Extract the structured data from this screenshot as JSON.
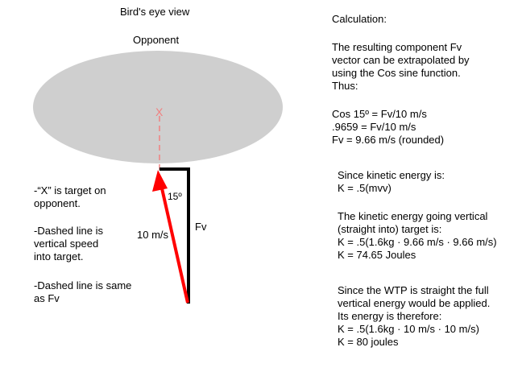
{
  "diagram": {
    "title": "Bird's eye view",
    "opponent_label": "Opponent",
    "target_marker": "X",
    "angle_label": "15º",
    "speed_label": "10 m/s",
    "vertical_label": "Fv",
    "colors": {
      "ellipse_fill": "#cfcfcf",
      "arrow": "#ff0000",
      "dashed_line": "#f08080",
      "bracket": "#000000"
    }
  },
  "notes": [
    {
      "lines": [
        "-“X” is target on",
        "opponent."
      ]
    },
    {
      "lines": [
        "-Dashed line is",
        "vertical speed",
        "into target."
      ]
    },
    {
      "lines": [
        "-Dashed line is same",
        "as Fv"
      ]
    }
  ],
  "calculation": {
    "header": "Calculation:",
    "intro": [
      "The resulting component Fv",
      "vector can be extrapolated by",
      "using the Cos sine function.",
      "Thus:"
    ],
    "equations": [
      "Cos 15º = Fv/10 m/s",
      ".9659 = Fv/10 m/s",
      "Fv = 9.66 m/s (rounded)"
    ],
    "ke_formula": [
      "Since kinetic energy is:",
      "K = .5(mvv)"
    ],
    "ke_vertical": [
      "The kinetic energy going vertical",
      "(straight into) target is:",
      "K = .5(1.6kg · 9.66 m/s · 9.66 m/s)",
      "K = 74.65 Joules"
    ],
    "ke_wtp": [
      "Since the WTP is straight the full",
      "vertical energy would be applied.",
      "Its energy is therefore:",
      "K = .5(1.6kg · 10 m/s · 10 m/s)",
      "K = 80 joules"
    ]
  }
}
